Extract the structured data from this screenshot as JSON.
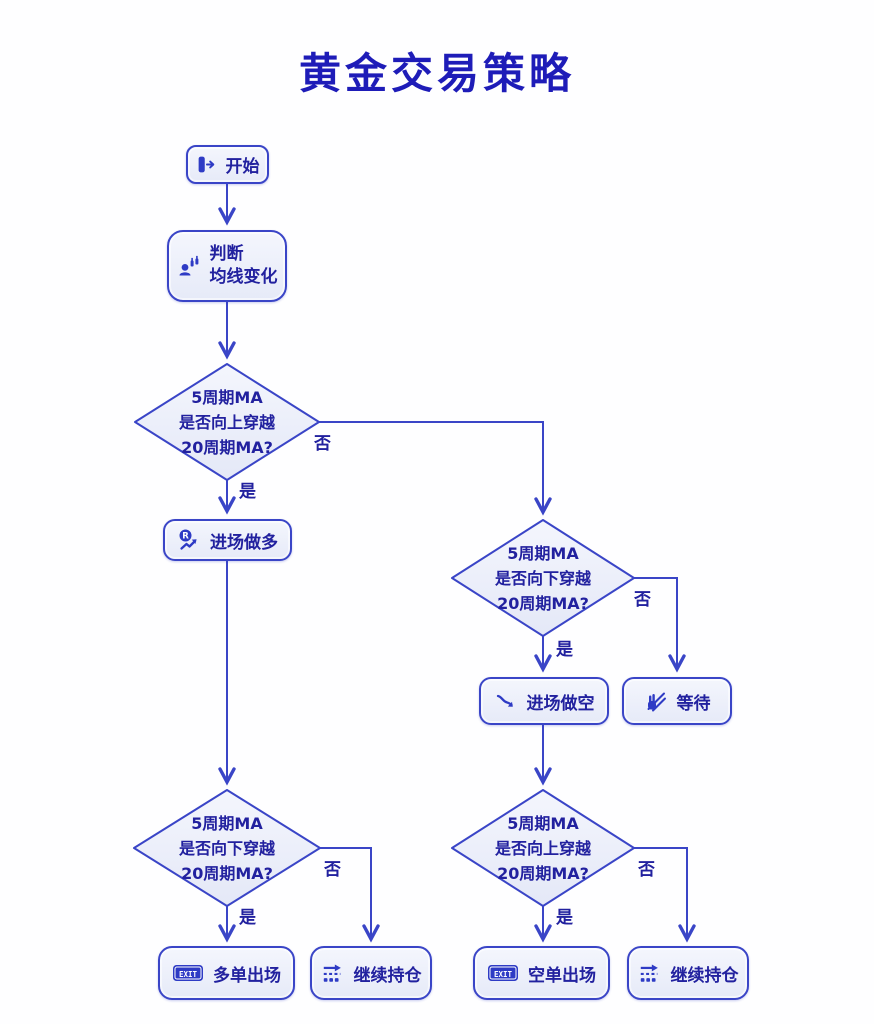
{
  "title": "黄金交易策略",
  "colors": {
    "accent_line": "#3a45c7",
    "node_text": "#22219f",
    "title_text": "#1e1cb8",
    "node_fill_top": "#f4f6fd",
    "node_fill_bottom": "#e6eaf8",
    "badge_fill": "#2e3bc5"
  },
  "labels": {
    "yes": "是",
    "no": "否"
  },
  "badges": {
    "exit": "EXIT"
  },
  "nodes": {
    "start": {
      "label": "开始",
      "icon": "login-icon"
    },
    "judge": {
      "line1": "判断",
      "line2": "均线变化",
      "icon": "analyst-icon"
    },
    "enter_long": {
      "label": "进场做多",
      "icon": "coin-trend-up-icon"
    },
    "enter_short": {
      "label": "进场做空",
      "icon": "trend-down-icon"
    },
    "wait": {
      "label": "等待",
      "icon": "wait-hand-icon"
    },
    "exit_long": {
      "label": "多单出场",
      "icon": "exit-badge-icon"
    },
    "hold_long": {
      "label": "继续持仓",
      "icon": "conveyor-icon"
    },
    "exit_short": {
      "label": "空单出场",
      "icon": "exit-badge-icon"
    },
    "hold_short": {
      "label": "继续持仓",
      "icon": "conveyor-icon"
    }
  },
  "decisions": {
    "d1": {
      "line1": "5周期MA",
      "line2": "是否向上穿越",
      "line3": "20周期MA?"
    },
    "d2": {
      "line1": "5周期MA",
      "line2": "是否向下穿越",
      "line3": "20周期MA?"
    },
    "d3": {
      "line1": "5周期MA",
      "line2": "是否向下穿越",
      "line3": "20周期MA?"
    },
    "d4": {
      "line1": "5周期MA",
      "line2": "是否向上穿越",
      "line3": "20周期MA?"
    }
  }
}
